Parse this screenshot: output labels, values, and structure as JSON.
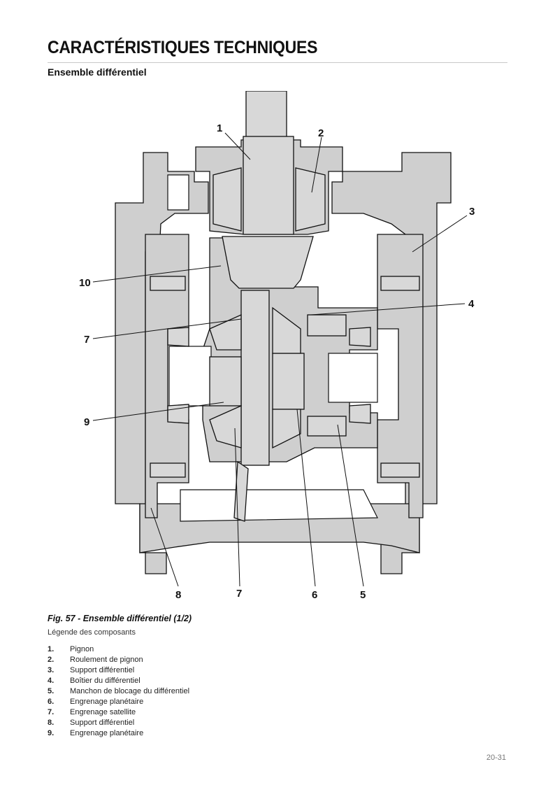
{
  "header": {
    "title": "CARACTÉRISTIQUES TECHNIQUES",
    "section": "Ensemble différentiel"
  },
  "figure": {
    "callouts": [
      "1",
      "2",
      "3",
      "4",
      "5",
      "6",
      "7",
      "7",
      "8",
      "9",
      "10"
    ],
    "caption": "Fig. 57 - Ensemble différentiel (1/2)"
  },
  "legend": {
    "title": "Légende des composants",
    "items": [
      {
        "num": "1.",
        "label": "Pignon"
      },
      {
        "num": "2.",
        "label": "Roulement de pignon"
      },
      {
        "num": "3.",
        "label": "Support différentiel"
      },
      {
        "num": "4.",
        "label": "Boîtier du différentiel"
      },
      {
        "num": "5.",
        "label": "Manchon de blocage du différentiel"
      },
      {
        "num": "6.",
        "label": "Engrenage planétaire"
      },
      {
        "num": "7.",
        "label": "Engrenage satellite"
      },
      {
        "num": "8.",
        "label": "Support différentiel"
      },
      {
        "num": "9.",
        "label": "Engrenage planétaire"
      }
    ]
  },
  "footer": {
    "page_number": "20-31"
  },
  "colors": {
    "housing": "#cfcfcf",
    "outline": "#111111",
    "background": "#ffffff"
  }
}
